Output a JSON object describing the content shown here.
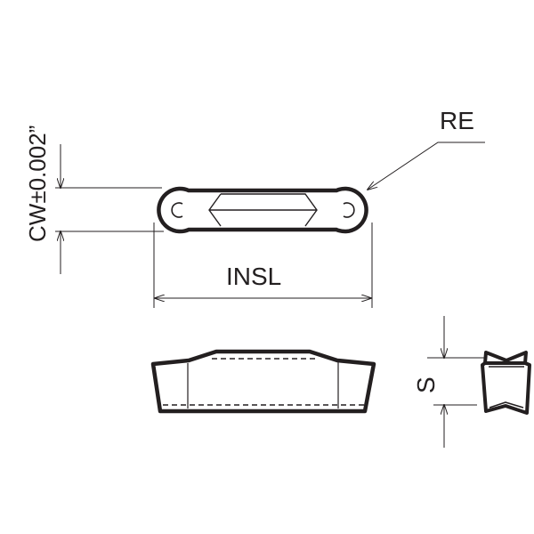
{
  "labels": {
    "cw": "CW±0.002”",
    "insl": "INSL",
    "re": "RE",
    "s": "S"
  },
  "colors": {
    "line": "#231f20",
    "background": "#ffffff"
  }
}
